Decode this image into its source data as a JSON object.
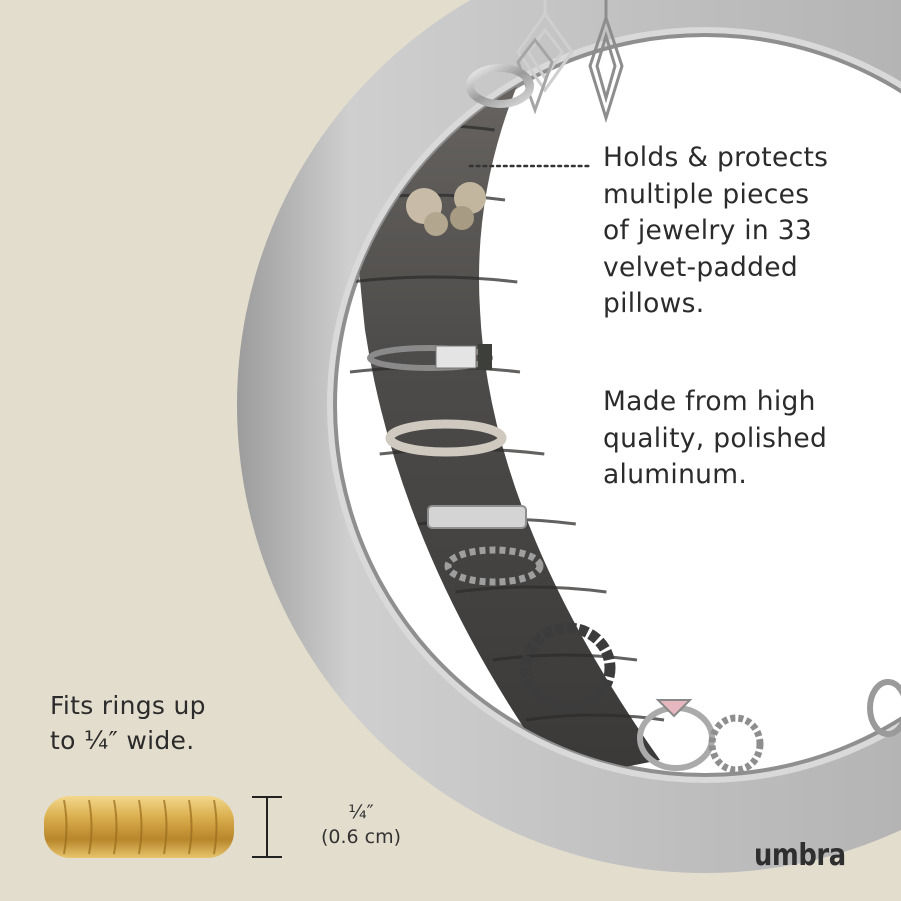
{
  "image": {
    "background_color": "#e3ddcd",
    "frame_color": "#b7b7b7",
    "pillow_color": "#565452",
    "ring_gold": "#d4a84a"
  },
  "callouts": {
    "holds": {
      "lines": [
        "Holds & protects",
        "multiple pieces",
        "of jewelry in 33",
        "velvet-padded",
        "pillows."
      ]
    },
    "material": {
      "lines": [
        "Made from high",
        "quality, polished",
        "aluminum."
      ]
    }
  },
  "fit_note": {
    "lines": [
      "Fits rings up",
      "to ¼″ wide."
    ]
  },
  "dimension": {
    "inch": "¼″",
    "cm": "(0.6 cm)"
  },
  "brand": {
    "name": "umbra"
  }
}
